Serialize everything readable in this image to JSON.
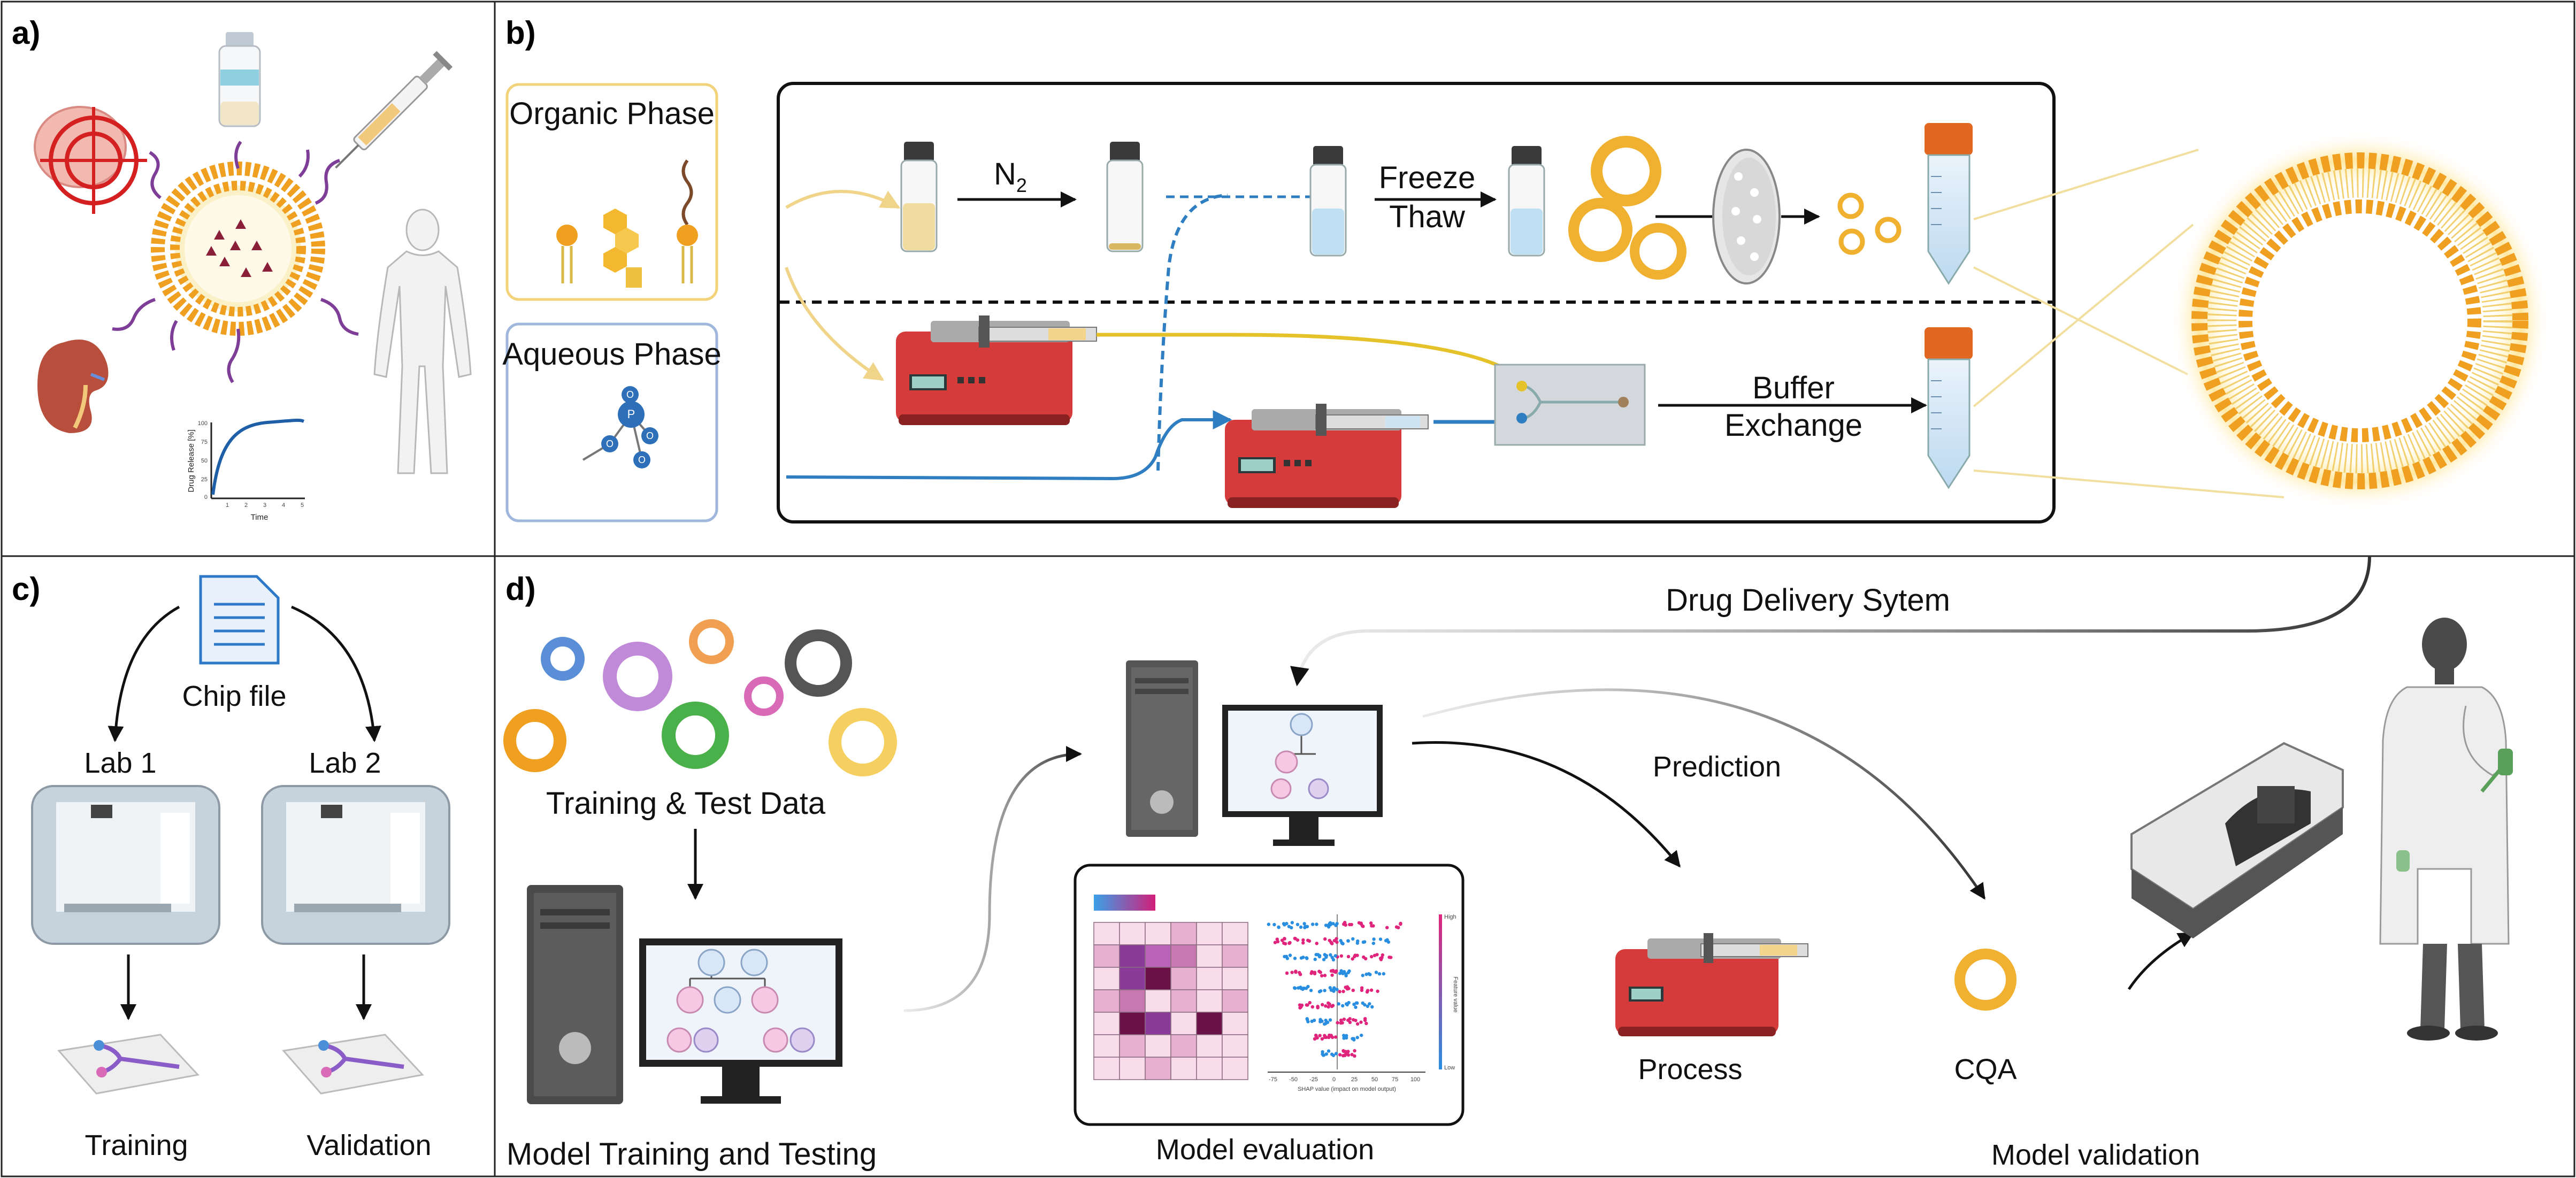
{
  "panels": {
    "a": {
      "letter": "a)",
      "plot": {
        "ylabel": "Drug Release [%]",
        "xlabel": "Time",
        "yticks": [
          "100",
          "75",
          "50",
          "25",
          "0"
        ],
        "xticks": [
          "1",
          "2",
          "3",
          "4",
          "5"
        ]
      }
    },
    "b": {
      "letter": "b)",
      "organic_phase": "Organic Phase",
      "aqueous_phase": "Aqueous Phase",
      "n2": "N",
      "n2_sub": "2",
      "freeze": "Freeze",
      "thaw": "Thaw",
      "buffer": "Buffer",
      "exchange": "Exchange",
      "phosphate": {
        "p": "P",
        "o": "O"
      }
    },
    "c": {
      "letter": "c)",
      "chip_file": "Chip file",
      "lab1": "Lab 1",
      "lab2": "Lab 2",
      "training": "Training",
      "validation": "Validation"
    },
    "d": {
      "letter": "d)",
      "drug_delivery": "Drug Delivery Sytem",
      "training_test": "Training & Test Data",
      "model_training": "Model Training and Testing",
      "model_evaluation": "Model evaluation",
      "prediction": "Prediction",
      "process": "Process",
      "cqa": "CQA",
      "model_validation": "Model validation",
      "shap": {
        "xlabel": "SHAP value (impact on model output)",
        "xticks": [
          "-75",
          "-50",
          "-25",
          "0",
          "25",
          "50",
          "75",
          "100"
        ],
        "high": "High",
        "low": "Low",
        "feature_value": "Feature value"
      }
    }
  },
  "colors": {
    "liposome": "#f0a020",
    "liposome_light": "#f7c96a",
    "pump_red": "#d63b3b",
    "organic_border": "#f2d27a",
    "aqueous_border": "#9fb7dd",
    "blue_line": "#2f7ec2",
    "yellow_line": "#e6c22a",
    "purple": "#7e3e98",
    "heat_dark": "#6a1248"
  }
}
